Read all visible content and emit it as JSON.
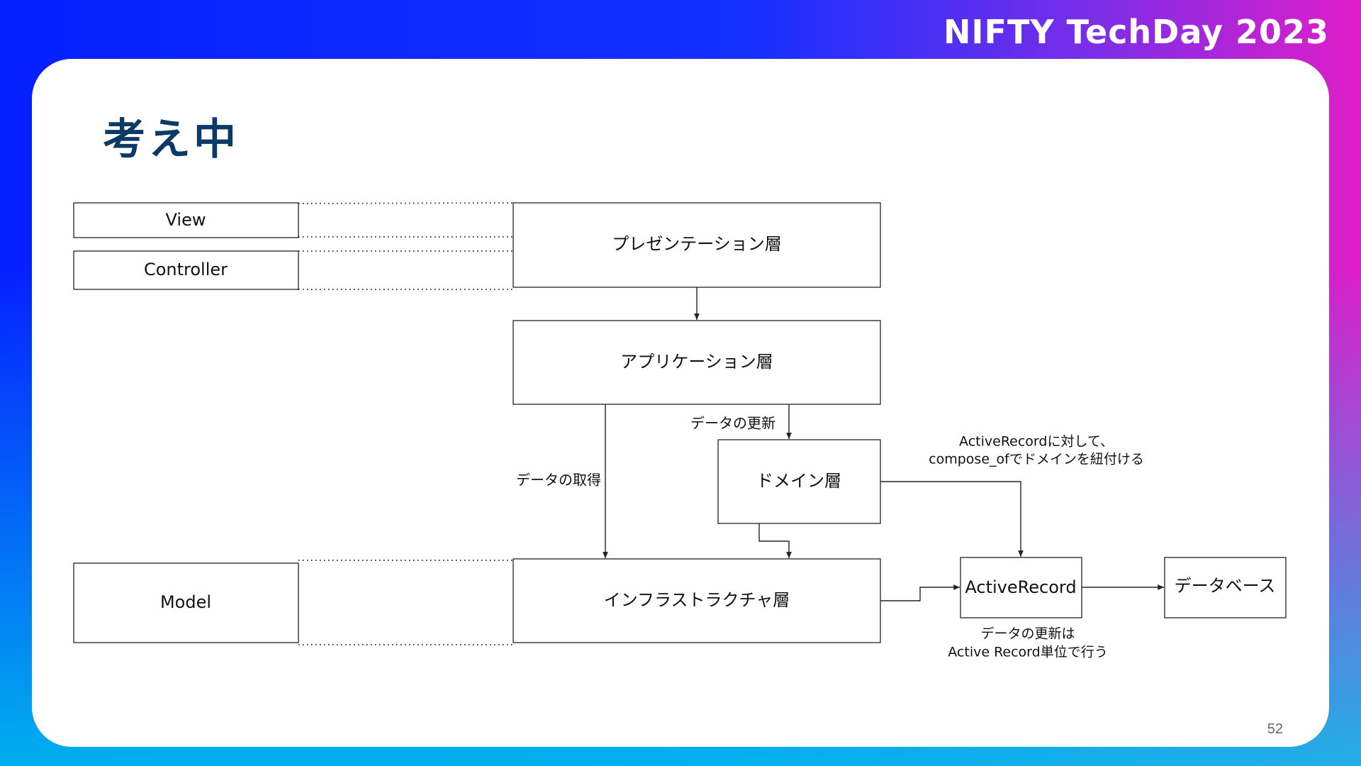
{
  "brand": "NIFTY TechDay 2023",
  "slide": {
    "title": "考え中",
    "page_number": "52"
  },
  "diagram": {
    "mvc": {
      "view": "View",
      "controller": "Controller",
      "model": "Model"
    },
    "layers": {
      "presentation": "プレゼンテーション層",
      "application": "アプリケーション層",
      "domain": "ドメイン層",
      "infrastructure": "インフラストラクチャ層"
    },
    "nodes": {
      "activerecord": "ActiveRecord",
      "database": "データベース"
    },
    "edge_labels": {
      "update": "データの更新",
      "fetch": "データの取得"
    },
    "notes": {
      "compose_line1": "ActiveRecordに対して、",
      "compose_line2": "compose_ofでドメインを紐付ける",
      "unit_line1": "データの更新は",
      "unit_line2": "Active Record単位で行う"
    }
  },
  "colors": {
    "title": "#0c3a66",
    "gradient_start": "#0520ff",
    "gradient_end": "#e01ec8",
    "gradient_bottom": "#00c8eb"
  }
}
